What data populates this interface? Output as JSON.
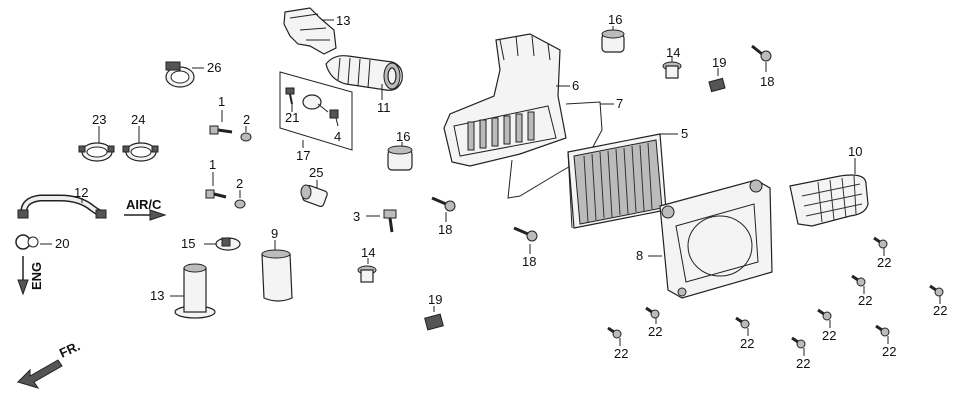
{
  "callouts": {
    "c1a": "1",
    "c1b": "1",
    "c2a": "2",
    "c2b": "2",
    "c3": "3",
    "c4": "4",
    "c5": "5",
    "c6": "6",
    "c7": "7",
    "c8": "8",
    "c9": "9",
    "c10": "10",
    "c11": "11",
    "c12": "12",
    "c13a": "13",
    "c13b": "13",
    "c14a": "14",
    "c14b": "14",
    "c15": "15",
    "c16a": "16",
    "c16b": "16",
    "c17": "17",
    "c18a": "18",
    "c18b": "18",
    "c18c": "18",
    "c19a": "19",
    "c19b": "19",
    "c20": "20",
    "c21": "21",
    "c22a": "22",
    "c22b": "22",
    "c22c": "22",
    "c22d": "22",
    "c22e": "22",
    "c22f": "22",
    "c22g": "22",
    "c22h": "22",
    "c22i": "22",
    "c23": "23",
    "c24": "24",
    "c25": "25",
    "c26": "26"
  },
  "direction_labels": {
    "air": "AIR/C",
    "eng": "ENG",
    "front": "FR."
  }
}
